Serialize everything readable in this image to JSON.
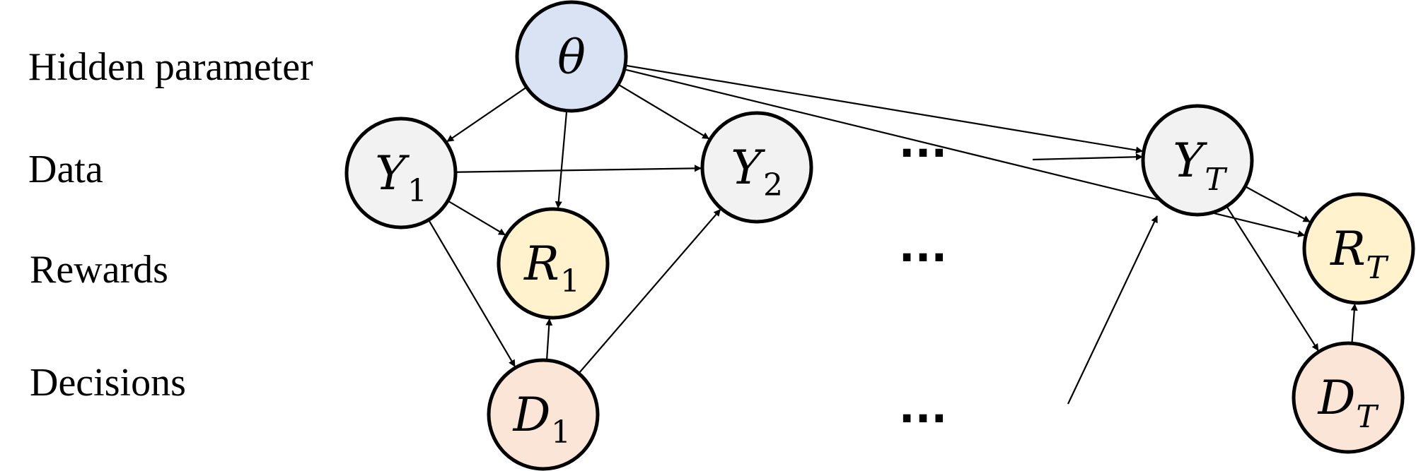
{
  "row_labels": {
    "hidden": "Hidden parameter",
    "data": "Data",
    "rewards": "Rewards",
    "decisions": "Decisions"
  },
  "nodes": {
    "theta": {
      "main": "θ",
      "sub": "",
      "fill": "#dae3f3"
    },
    "y1": {
      "main": "Y",
      "sub": "1",
      "fill": "#f2f2f2"
    },
    "y2": {
      "main": "Y",
      "sub": "2",
      "fill": "#f2f2f2"
    },
    "yt": {
      "main": "Y",
      "sub": "T",
      "fill": "#f2f2f2"
    },
    "r1": {
      "main": "R",
      "sub": "1",
      "fill": "#fff2cc"
    },
    "rt": {
      "main": "R",
      "sub": "T",
      "fill": "#fff2cc"
    },
    "d1": {
      "main": "D",
      "sub": "1",
      "fill": "#fbe5d6"
    },
    "dt": {
      "main": "D",
      "sub": "T",
      "fill": "#fbe5d6"
    }
  },
  "ellipsis": "...",
  "edges": [
    [
      "theta",
      "y1"
    ],
    [
      "theta",
      "r1"
    ],
    [
      "theta",
      "y2"
    ],
    [
      "theta",
      "yt"
    ],
    [
      "theta",
      "rt"
    ],
    [
      "y1",
      "y2"
    ],
    [
      "y1",
      "r1"
    ],
    [
      "y1",
      "d1"
    ],
    [
      "d1",
      "r1"
    ],
    [
      "d1",
      "y2"
    ],
    [
      "yt",
      "rt"
    ],
    [
      "yt",
      "dt"
    ],
    [
      "dt",
      "rt"
    ]
  ]
}
